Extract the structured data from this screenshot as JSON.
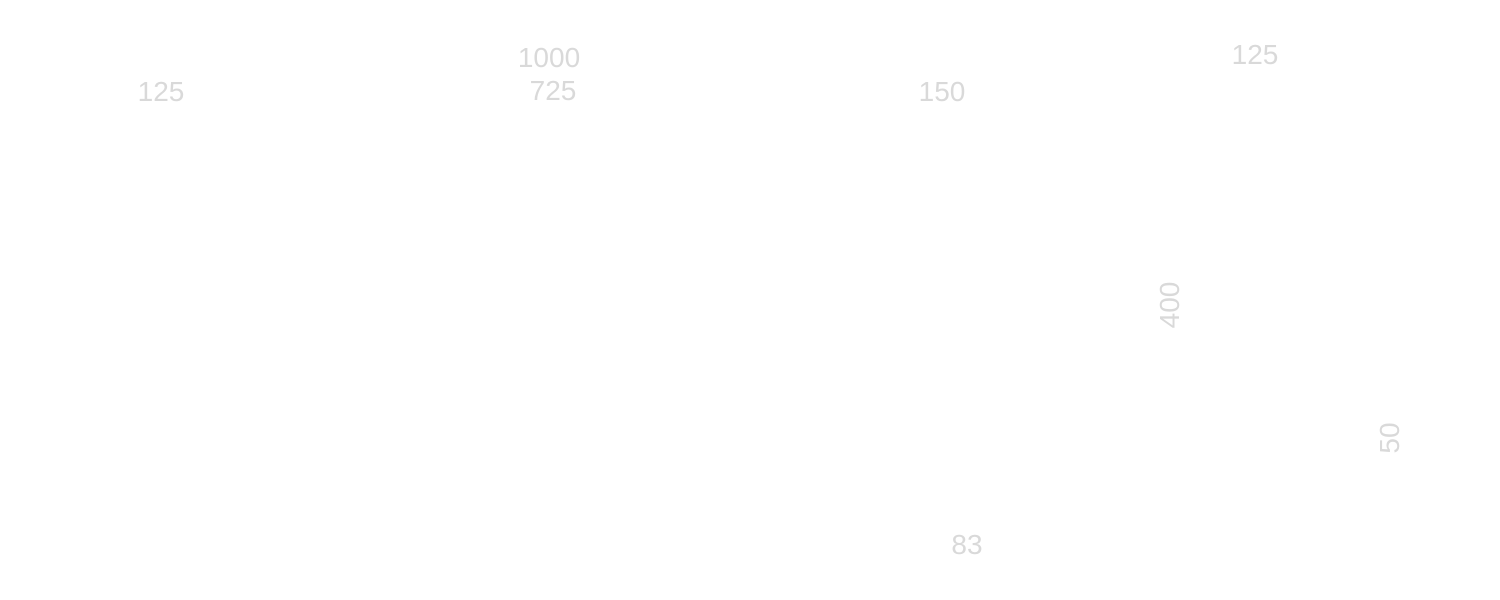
{
  "colors": {
    "background": "#ffffff",
    "label": "#d9d9d9"
  },
  "labels": [
    {
      "text": "125"
    },
    {
      "text": "1000"
    },
    {
      "text": "725"
    },
    {
      "text": "150"
    },
    {
      "text": "125"
    },
    {
      "text": "400"
    },
    {
      "text": "50"
    },
    {
      "text": "83"
    }
  ]
}
